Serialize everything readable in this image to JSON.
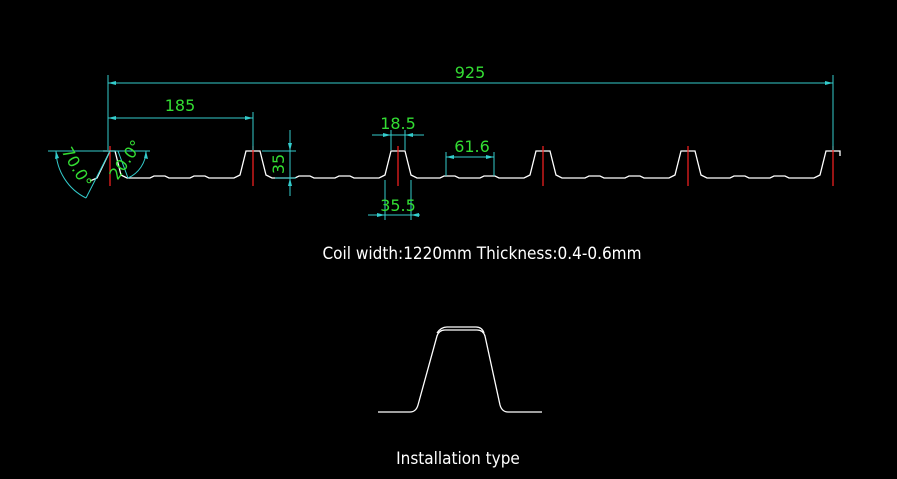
{
  "dimensions": {
    "overall_width": "925",
    "pitch": "185",
    "rib_top_width": "18.5",
    "rib_height": "35",
    "rib_bottom_width": "35.5",
    "pan_flat": "61.6",
    "angle_left": "70.0°",
    "angle_right": "20.0°"
  },
  "notes": {
    "coil_info": "Coil width:1220mm   Thickness:0.4-0.6mm",
    "installation_label": "Installation type"
  },
  "colors": {
    "background": "#000000",
    "profile_line": "#ffffff",
    "dimension_line": "#33cccc",
    "dimension_text": "#33dd33",
    "center_mark": "#ff2222"
  }
}
